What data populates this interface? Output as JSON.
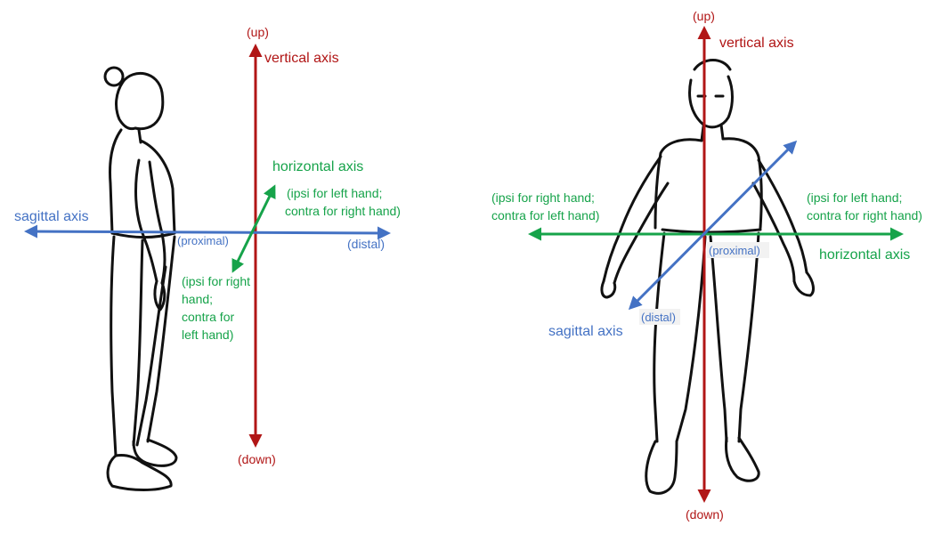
{
  "colors": {
    "vertical": "#b11616",
    "horizontal": "#16a34a",
    "sagittal": "#4472c4",
    "figure_outline": "#111111"
  },
  "side_view": {
    "vertical_axis": {
      "label": "vertical axis",
      "up": "(up)",
      "down": "(down)"
    },
    "horizontal_axis": {
      "label": "horizontal axis",
      "back_note": [
        "(ipsi for left hand;",
        "contra for right hand)"
      ],
      "front_note": [
        "(ipsi for right",
        "hand;",
        "contra for",
        "left hand)"
      ]
    },
    "sagittal_axis": {
      "label": "sagittal axis",
      "proximal": "(proximal)",
      "distal": "(distal)"
    }
  },
  "front_view": {
    "vertical_axis": {
      "label": "vertical axis",
      "up": "(up)",
      "down": "(down)"
    },
    "horizontal_axis": {
      "label": "horizontal axis",
      "left_note": [
        "(ipsi for right hand;",
        "contra for left hand)"
      ],
      "right_note": [
        "(ipsi for left hand;",
        "contra for right hand)"
      ]
    },
    "sagittal_axis": {
      "label": "sagittal axis",
      "proximal": "(proximal)",
      "distal": "(distal)"
    }
  }
}
